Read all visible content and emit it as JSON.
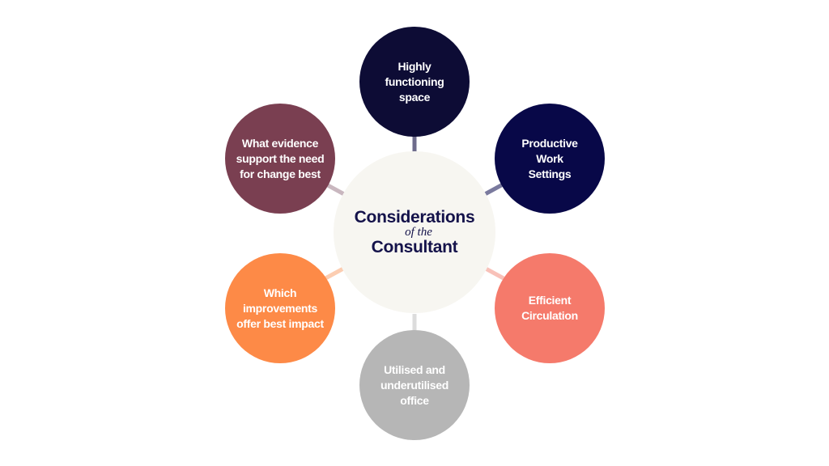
{
  "diagram": {
    "center": {
      "line1": "Considerations",
      "line2": "of the",
      "line3": "Consultant",
      "fill": "#f7f6f1",
      "text_color": "#14124a"
    },
    "nodes": [
      {
        "id": "highly-functioning-space",
        "label": "Highly\nfunctioning\nspace",
        "fill": "#0d0c35",
        "text_color": "#ffffff",
        "connector_color": "#6e6c8c"
      },
      {
        "id": "productive-work-settings",
        "label": "Productive\nWork\nSettings",
        "fill": "#080848",
        "text_color": "#ffffff",
        "connector_color": "#7a7a9e"
      },
      {
        "id": "efficient-circulation",
        "label": "Efficient\nCirculation",
        "fill": "#f57a6b",
        "text_color": "#ffffff",
        "connector_color": "#f8c1b9"
      },
      {
        "id": "utilised-and-underutilised-office",
        "label": "Utilised and\nunderutilised\noffice",
        "fill": "#b6b6b6",
        "text_color": "#ffffff",
        "connector_color": "#dcdcdc"
      },
      {
        "id": "which-improvements-offer-best-impact",
        "label": "Which\nimprovements\noffer best impact",
        "fill": "#fd8a47",
        "text_color": "#ffffff",
        "connector_color": "#fccdb1"
      },
      {
        "id": "what-evidence-support-the-need",
        "label": "What evidence\nsupport the need\nfor change best",
        "fill": "#7a3f51",
        "text_color": "#ffffff",
        "connector_color": "#c9b7bf"
      }
    ]
  }
}
